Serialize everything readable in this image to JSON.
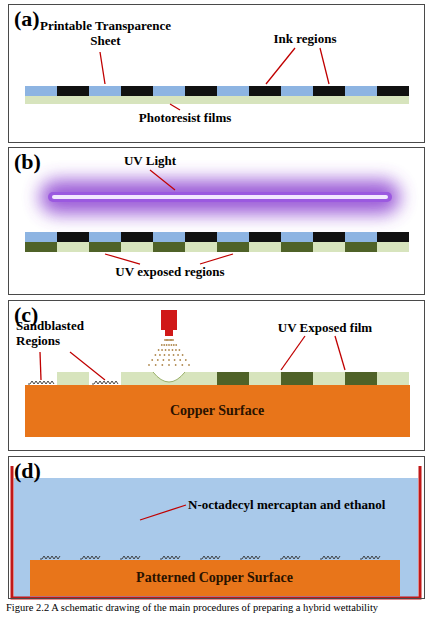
{
  "diagram": {
    "caption": "Figure 2.2 A schematic drawing of the main procedures of preparing a hybrid wettability",
    "nodes": [
      {
        "text": [
          "(a)"
        ]
      },
      {
        "text": [
          "(b)"
        ]
      },
      {
        "text": [
          "(c)"
        ]
      },
      {
        "text": [
          "(d)"
        ]
      },
      {
        "text": [
          "Copper Surface"
        ],
        "in": 2
      },
      {
        "text": [
          "Patterned Copper Surface"
        ],
        "in": 3
      }
    ],
    "labels": [
      "Printable Transparence Sheet",
      "Ink regions",
      "Photoresist films",
      "UV Light",
      "UV exposed regions",
      "Sandblasted Regions",
      "UV Exposed film",
      "N-octadecyl mercaptan and ethanol"
    ]
  }
}
